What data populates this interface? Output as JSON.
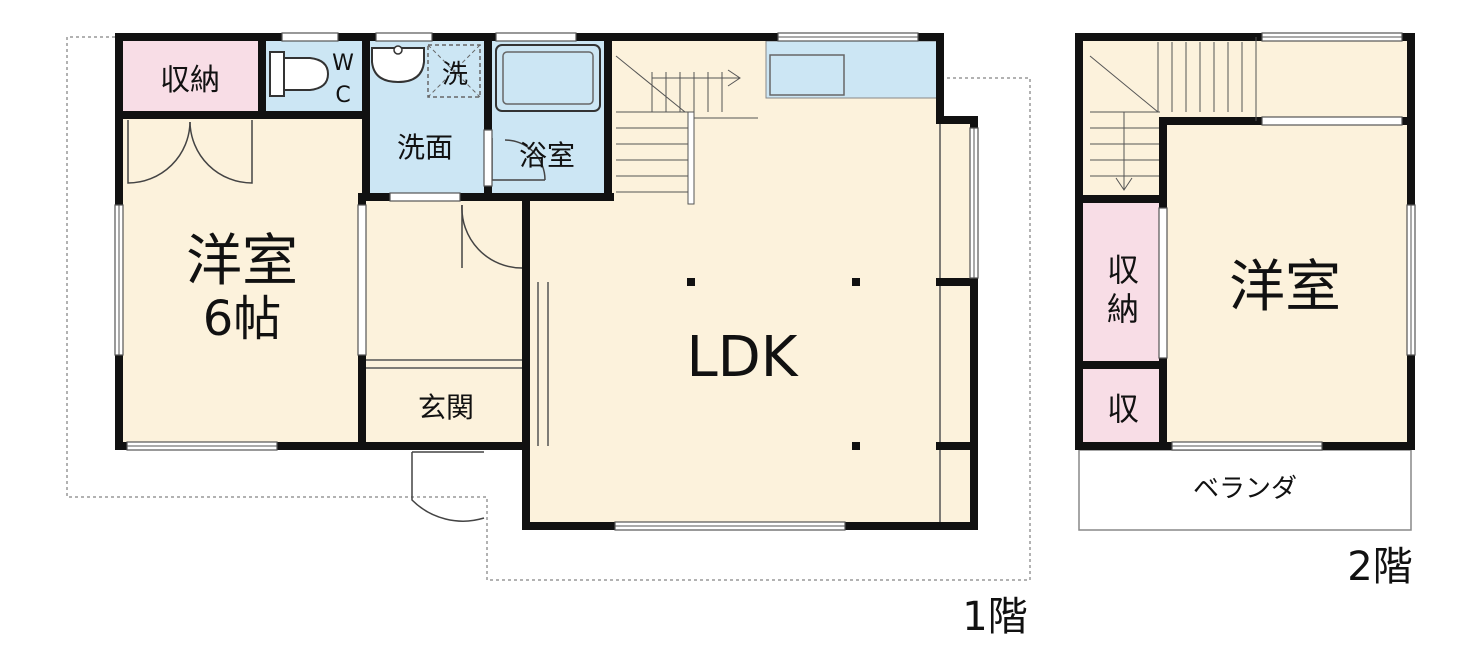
{
  "colors": {
    "floor": "#fcf2dc",
    "wet": "#cce6f4",
    "storage": "#f8dde6",
    "wall": "#111111",
    "thin": "#555555",
    "dash": "#666666",
    "balcony": "#ffffff"
  },
  "floor1": {
    "label": "1階",
    "rooms": {
      "storage": "収納",
      "wc_w": "W",
      "wc_c": "C",
      "wash": "洗",
      "washroom": "洗面",
      "bath": "浴室",
      "western": "洋室",
      "western_size": "6帖",
      "ldk": "LDK",
      "entrance": "玄関"
    }
  },
  "floor2": {
    "label": "2階",
    "rooms": {
      "western": "洋室",
      "storage_a": "収",
      "storage_b": "納",
      "small_storage": "収",
      "balcony": "ベランダ"
    }
  }
}
